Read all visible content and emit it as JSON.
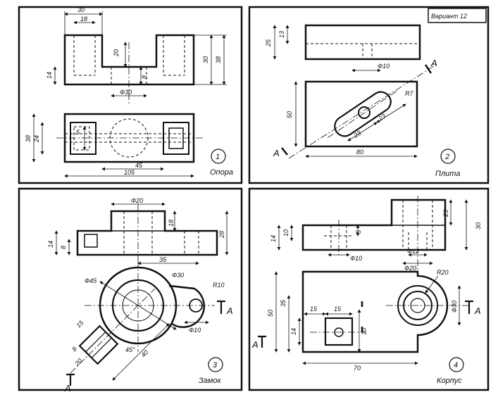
{
  "variant_label": "Вариант 12",
  "panels": [
    {
      "number": "1",
      "caption": "Опора",
      "dims": {
        "w30": "30",
        "w18": "18",
        "h20": "20",
        "h30": "30",
        "h38": "38",
        "h14": "14",
        "h8": "8",
        "d30": "Ф30",
        "h5": "5",
        "h24": "24",
        "h38b": "38",
        "w45": "45",
        "w105": "105"
      }
    },
    {
      "number": "2",
      "caption": "Плита",
      "section": "А",
      "dims": {
        "h25": "25",
        "h13": "13",
        "d10": "Ф10",
        "r7": "R7",
        "h50": "50",
        "w23a": "23",
        "w23b": "23",
        "w80": "80"
      }
    },
    {
      "number": "3",
      "caption": "Замок",
      "section": "А",
      "dims": {
        "d20": "Ф20",
        "h18": "18",
        "h28": "28",
        "h14": "14",
        "h8": "8",
        "w35": "35",
        "d45": "Ф45",
        "d30": "Ф30",
        "r10": "R10",
        "d10": "Ф10",
        "w15": "15",
        "w8": "8",
        "w20": "20",
        "a45": "45°",
        "w40": "40"
      }
    },
    {
      "number": "4",
      "caption": "Корпус",
      "section": "А",
      "dims": {
        "h14": "14",
        "h10": "10",
        "h5": "5",
        "h23": "23",
        "h30": "30",
        "d10": "Ф10",
        "d12": "Ф12",
        "d20": "Ф20",
        "r20": "R20",
        "h50": "50",
        "h35": "35",
        "h14b": "14",
        "w15a": "15",
        "w15b": "15",
        "h30b": "30",
        "d30": "Ф30",
        "w70": "70"
      }
    }
  ]
}
